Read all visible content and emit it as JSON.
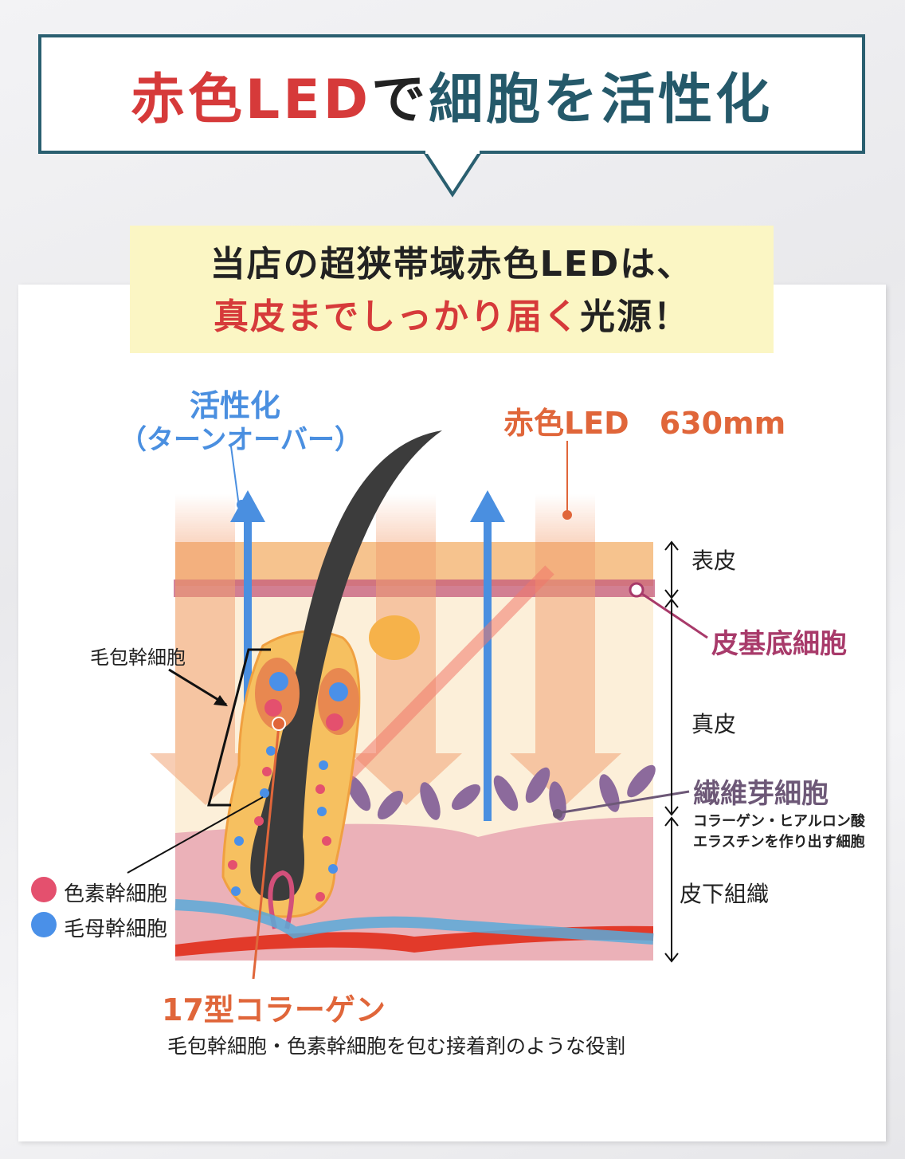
{
  "title": {
    "part1": "赤色LED",
    "part2": "で",
    "part3": "細胞を活性化"
  },
  "banner": {
    "line1": "当店の超狭帯域赤色LEDは、",
    "line2_red": "真皮までしっかり届く",
    "line2_dark": "光源！"
  },
  "labels": {
    "activation": "活性化",
    "turnover": "（ターンオーバー）",
    "led": "赤色LED　630mm",
    "epidermis": "表皮",
    "basal": "皮基底細胞",
    "dermis": "真皮",
    "fibroblast": "繊維芽細胞",
    "fibroblast_desc1": "コラーゲン・ヒアルロン酸",
    "fibroblast_desc2": "エラスチンを作り出す細胞",
    "subcutaneous": "皮下組織",
    "follicle_stem": "毛包幹細胞",
    "pigment_stem": "色素幹細胞",
    "hair_matrix_stem": "毛母幹細胞",
    "collagen17": "17型コラーゲン",
    "collagen17_desc": "毛包幹細胞・色素幹細胞を包む接着剤のような役割"
  },
  "colors": {
    "red": "#d63a3a",
    "teal": "#25596a",
    "blue": "#4a8fe0",
    "orange": "#e0663a",
    "magenta": "#a83a6a",
    "purple": "#6d5877",
    "pink_dot": "#e4506e",
    "blue_dot": "#4a90e8"
  }
}
